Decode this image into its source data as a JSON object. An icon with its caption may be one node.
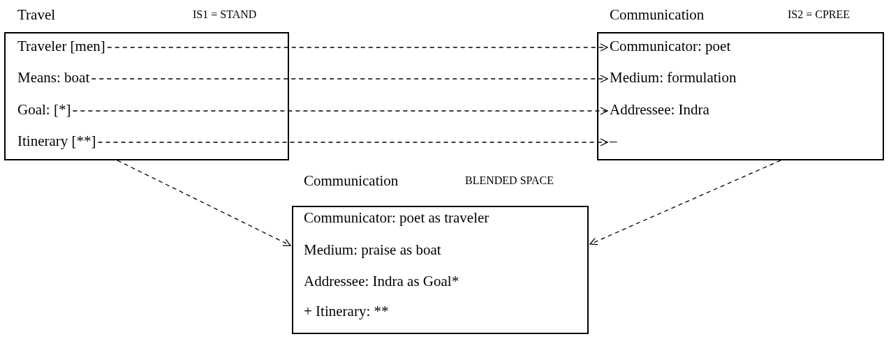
{
  "diagram": {
    "nodes": [
      {
        "text": [
          "Travel",
          "IS1 = STAND"
        ]
      },
      {
        "text": [
          "Traveler [men]"
        ],
        "in": 0
      },
      {
        "text": [
          "Means: boat"
        ],
        "in": 0
      },
      {
        "text": [
          "Goal: [*]"
        ],
        "in": 0
      },
      {
        "text": [
          "Itinerary [**]"
        ],
        "in": 0
      },
      {
        "text": [
          "Communication",
          "IS2 = CPREE"
        ]
      },
      {
        "text": [
          "Communicator: poet"
        ],
        "in": 5
      },
      {
        "text": [
          "Medium: formulation"
        ],
        "in": 5
      },
      {
        "text": [
          "Addressee: Indra"
        ],
        "in": 5
      },
      {
        "text": [
          "–"
        ],
        "in": 5
      },
      {
        "text": [
          "Communication",
          "BLENDED SPACE"
        ]
      },
      {
        "text": [
          "Communicator: poet as traveler"
        ],
        "in": 10
      },
      {
        "text": [
          "Medium: praise as boat"
        ],
        "in": 10
      },
      {
        "text": [
          "Addressee: Indra as Goal*"
        ],
        "in": 10
      },
      {
        "text": [
          "+ Itinerary: **"
        ],
        "in": 10
      }
    ],
    "edges": [
      {
        "from": 1,
        "to": 6,
        "arrow": "to",
        "style": "dashed"
      },
      {
        "from": 2,
        "to": 7,
        "arrow": "to",
        "style": "dashed"
      },
      {
        "from": 3,
        "to": 8,
        "arrow": "to",
        "style": "dashed"
      },
      {
        "from": 4,
        "to": 9,
        "arrow": "to",
        "style": "dashed"
      },
      {
        "from": 0,
        "to": 10,
        "arrow": "to",
        "style": "dashed"
      },
      {
        "from": 5,
        "to": 10,
        "arrow": "to",
        "style": "dashed"
      }
    ]
  }
}
